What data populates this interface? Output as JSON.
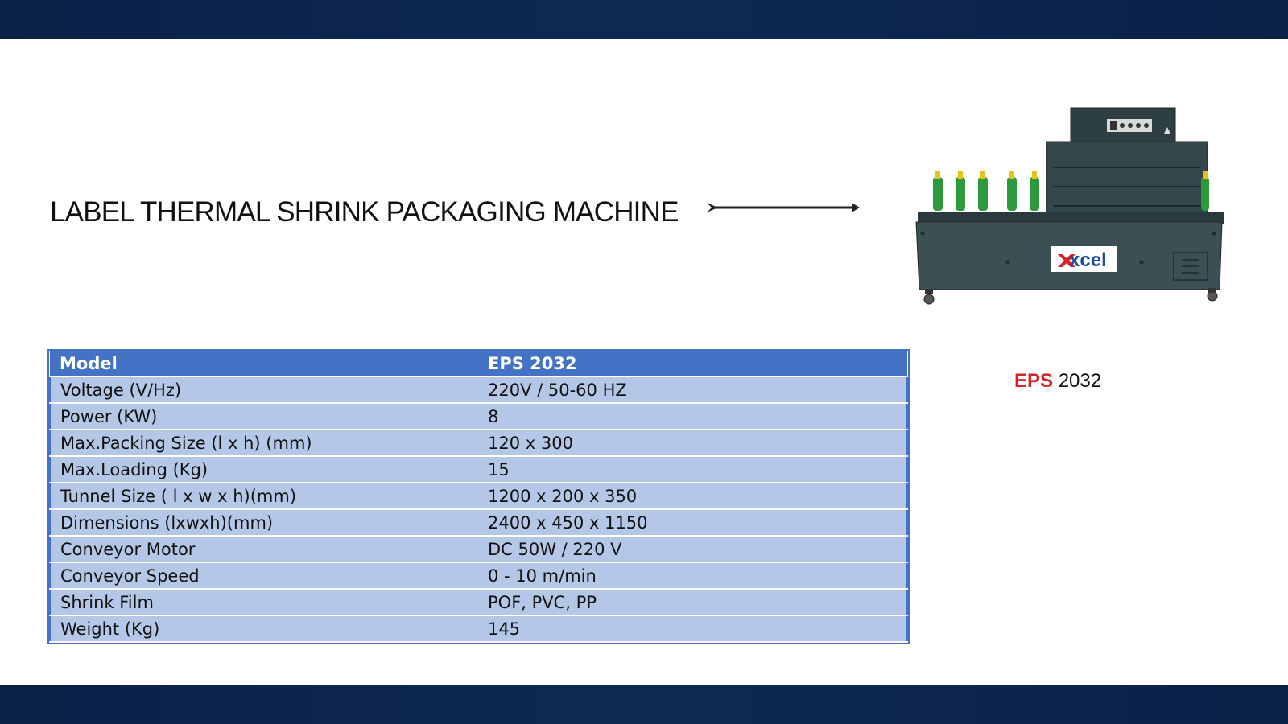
{
  "slide": {
    "title": "LABEL THERMAL SHRINK PACKAGING MACHINE",
    "colors": {
      "band": "#0d2a55",
      "header": "#4472c4",
      "row": "#b4c7e7",
      "brand_red": "#d42428"
    }
  },
  "machine_image": {
    "logo_text": "xcel",
    "icon": "shrink-tunnel-machine-illustration"
  },
  "caption": {
    "brand": "EPS",
    "model": "2032"
  },
  "specs": {
    "header": [
      "Model",
      "EPS 2032"
    ],
    "rows": [
      [
        "Voltage (V/Hz)",
        "220V / 50-60 HZ"
      ],
      [
        "Power (KW)",
        "8"
      ],
      [
        "Max.Packing Size (l x h) (mm)",
        "120 x 300"
      ],
      [
        "Max.Loading (Kg)",
        "15"
      ],
      [
        "Tunnel Size ( l x w x h)(mm)",
        "1200 x 200 x 350"
      ],
      [
        "Dimensions (lxwxh)(mm)",
        "2400 x 450 x 1150"
      ],
      [
        "Conveyor Motor",
        "DC 50W / 220 V"
      ],
      [
        "Conveyor Speed",
        "0 - 10 m/min"
      ],
      [
        "Shrink Film",
        "POF, PVC, PP"
      ],
      [
        "Weight (Kg)",
        "145"
      ]
    ]
  }
}
